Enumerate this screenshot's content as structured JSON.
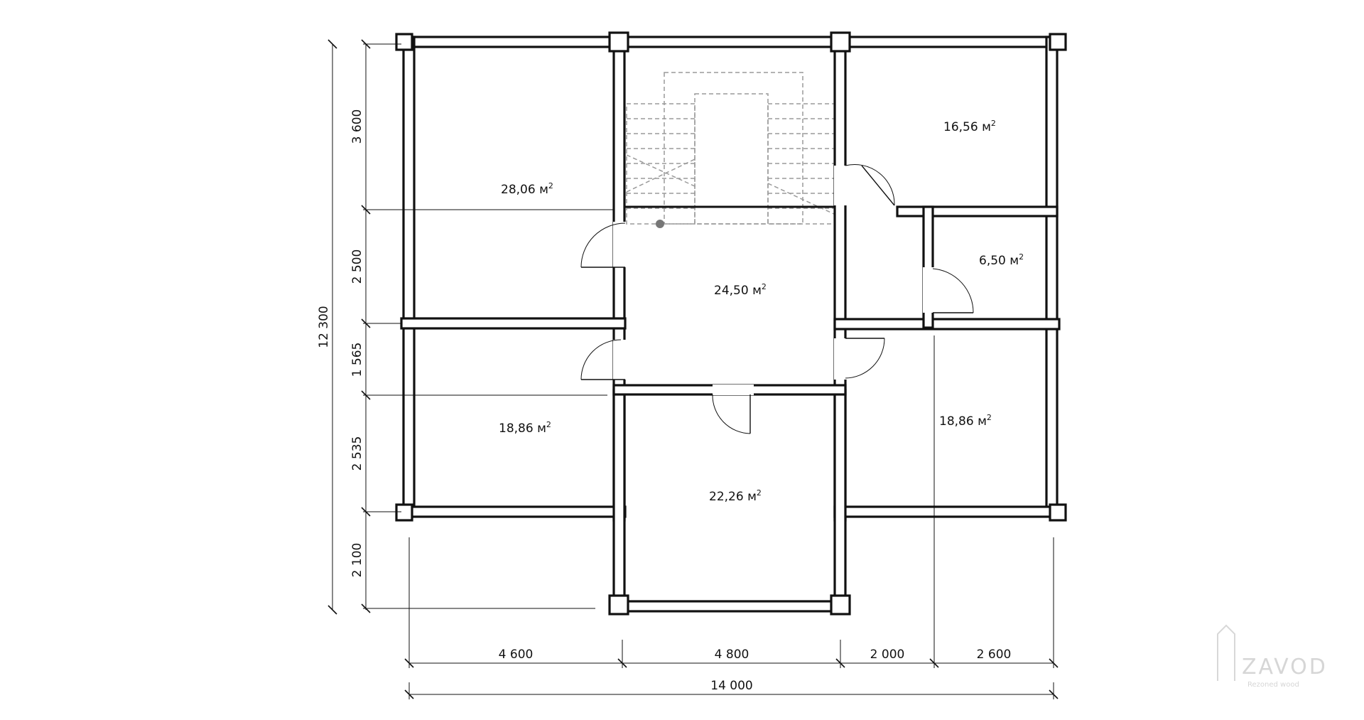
{
  "rooms": [
    {
      "id": "room-nw",
      "area": "28,06",
      "unit": "м",
      "sup": "2"
    },
    {
      "id": "room-ne",
      "area": "16,56",
      "unit": "м",
      "sup": "2"
    },
    {
      "id": "room-bath",
      "area": "6,50",
      "unit": "м",
      "sup": "2"
    },
    {
      "id": "room-hall",
      "area": "24,50",
      "unit": "м",
      "sup": "2"
    },
    {
      "id": "room-sw",
      "area": "18,86",
      "unit": "м",
      "sup": "2"
    },
    {
      "id": "room-se",
      "area": "18,86",
      "unit": "м",
      "sup": "2"
    },
    {
      "id": "room-south",
      "area": "22,26",
      "unit": "м",
      "sup": "2"
    }
  ],
  "dimensions": {
    "vertical_total": "12 300",
    "vertical": [
      "3 600",
      "2 500",
      "1 565",
      "2 535",
      "2 100"
    ],
    "horizontal_total": "14 000",
    "horizontal": [
      "4 600",
      "4 800",
      "2 000",
      "2 600"
    ]
  },
  "watermark": {
    "brand": "ZAVOD",
    "sub": "Rezoned wood"
  },
  "icons": [
    "stair-direction-dot"
  ]
}
